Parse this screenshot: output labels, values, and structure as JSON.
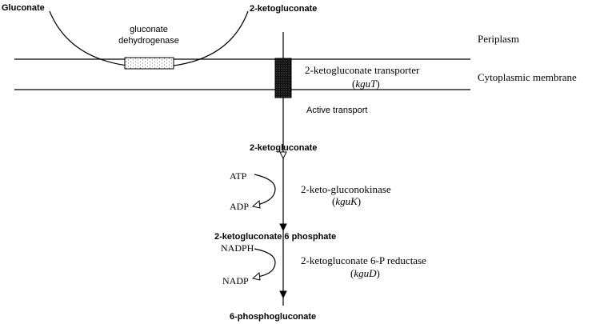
{
  "metabolites": {
    "gluconate": "Gluconate",
    "ketogluconate_top": "2-ketogluconate",
    "ketogluconate_mid": "2-ketogluconate",
    "ketogluconate_6p": "2-ketogluconate 6 phosphate",
    "phosphogluconate": "6-phosphogluconate"
  },
  "enzymes": {
    "dehydrogenase_line1": "gluconate",
    "dehydrogenase_line2": "dehydrogenase",
    "transporter_name": "2-ketogluconate transporter",
    "transporter_gene": "kguT",
    "kinase_name": "2-keto-gluconokinase",
    "kinase_gene": "kguK",
    "reductase_name": "2-ketogluconate 6-P reductase",
    "reductase_gene": "kguD"
  },
  "compartments": {
    "periplasm": "Periplasm",
    "membrane": "Cytoplasmic membrane"
  },
  "process": {
    "active_transport": "Active transport"
  },
  "cofactors": {
    "atp": "ATP",
    "adp": "ADP",
    "nadph": "NADPH",
    "nadp": "NADP"
  }
}
